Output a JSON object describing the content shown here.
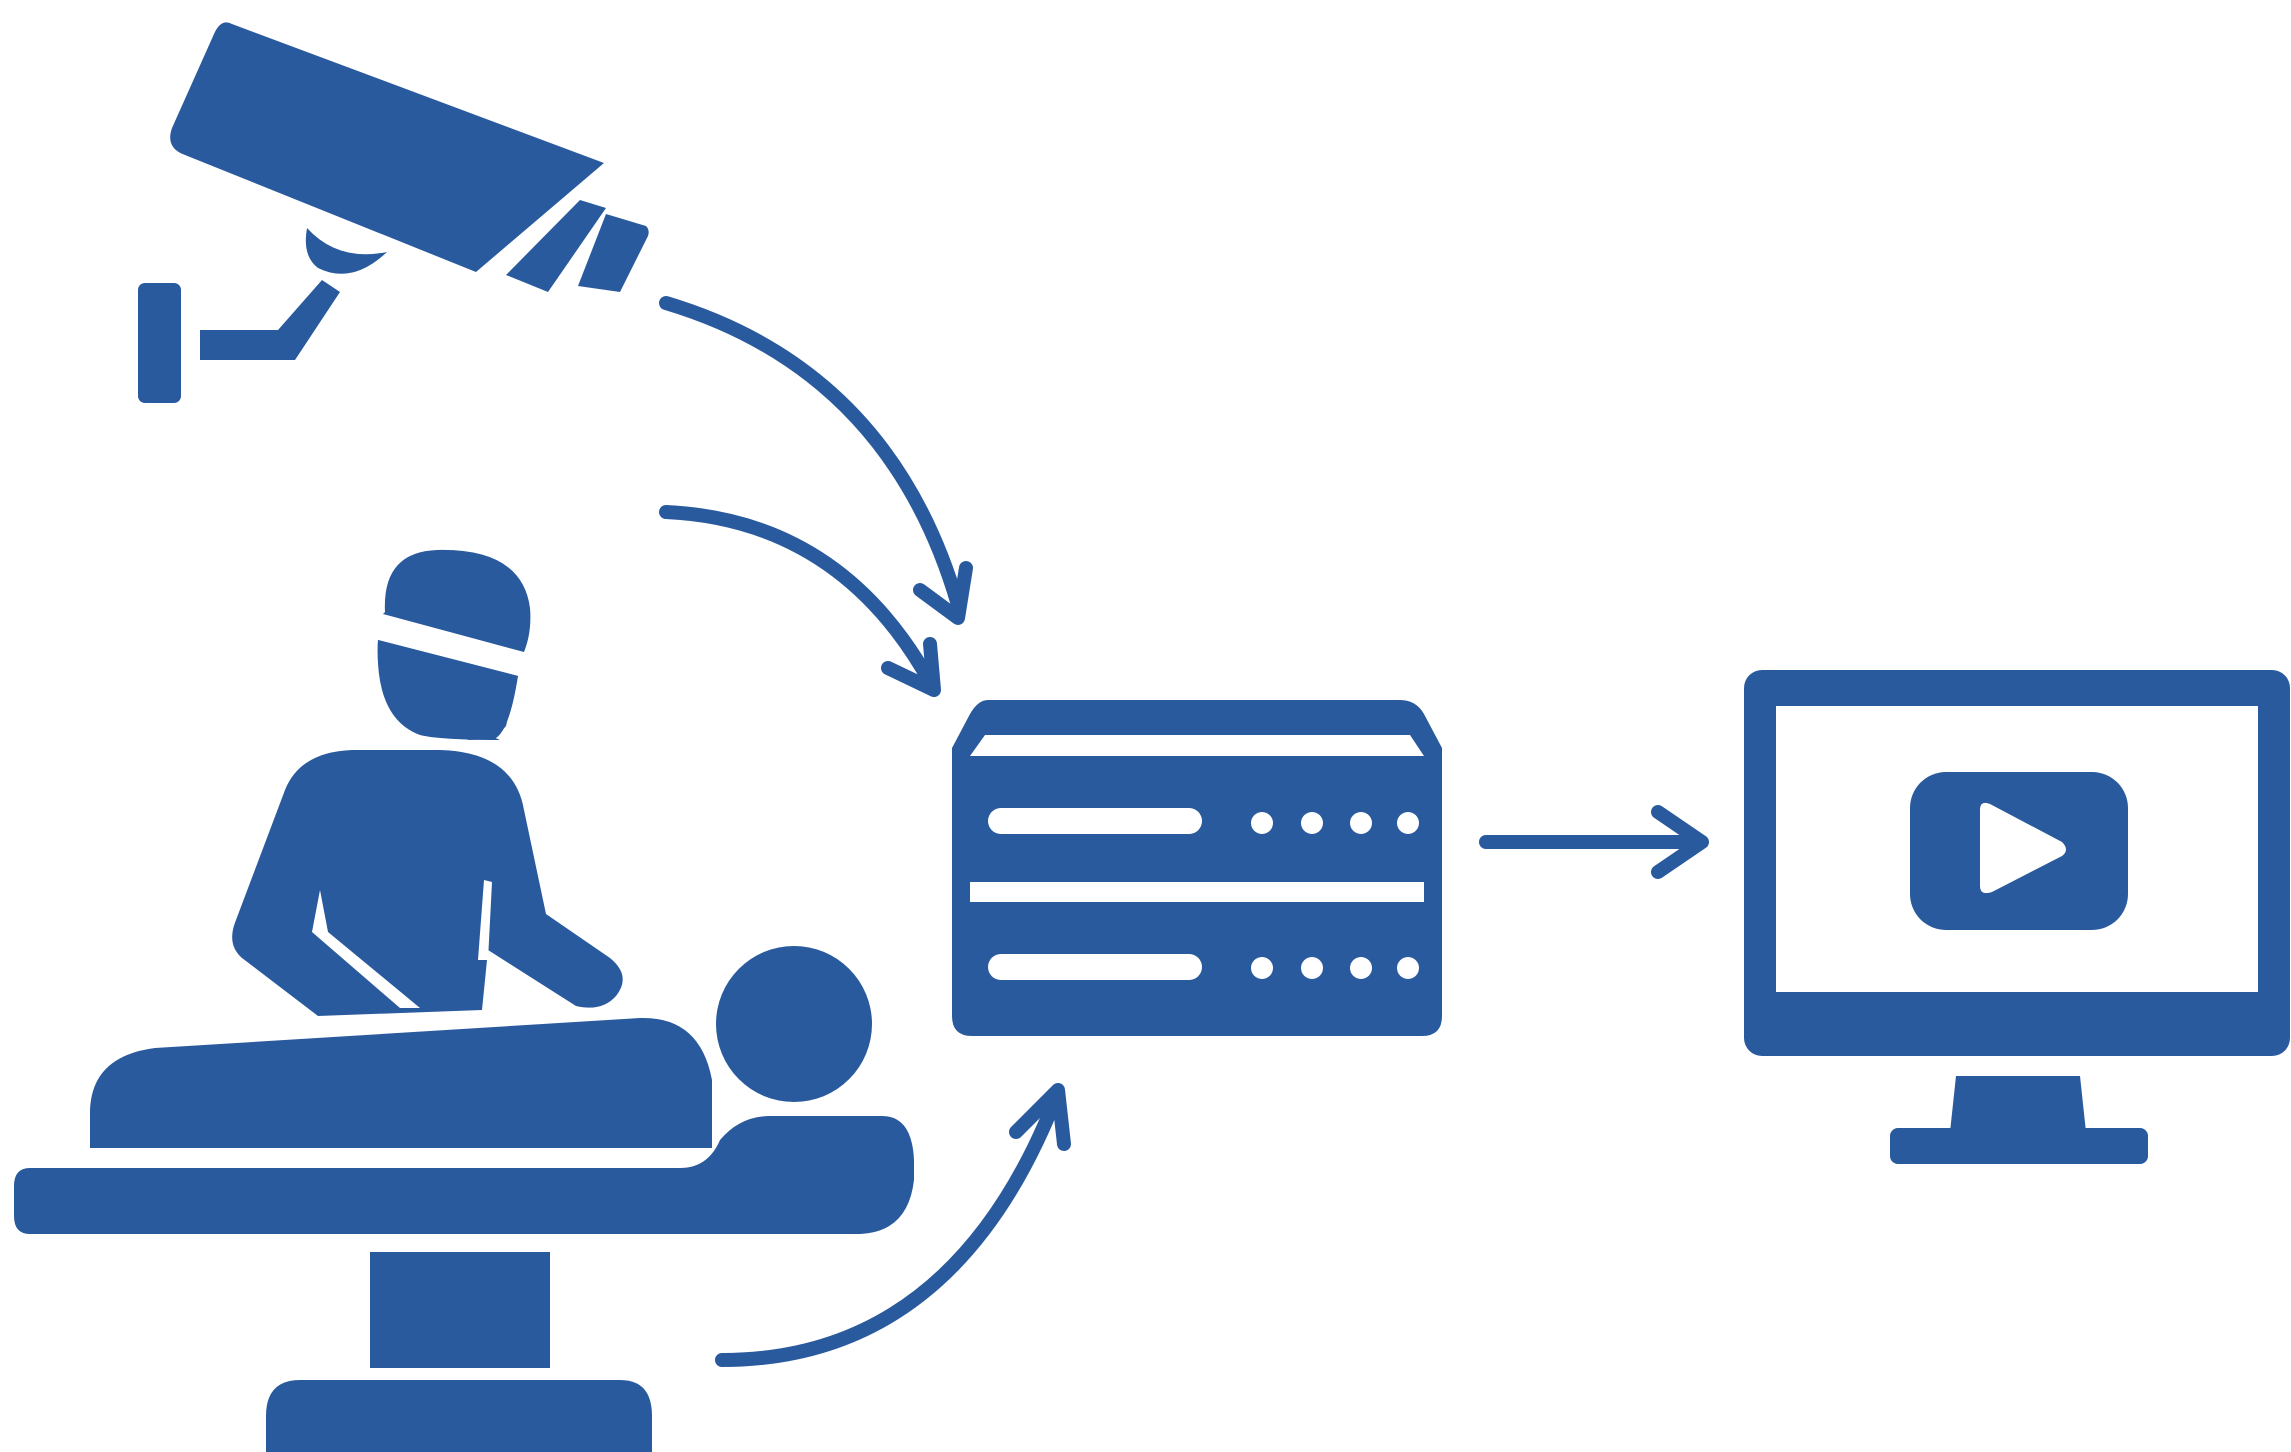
{
  "diagram": {
    "colors": {
      "primary": "#2a5a9e",
      "background": "#ffffff"
    },
    "nodes": [
      {
        "id": "camera",
        "icon": "security-camera-icon"
      },
      {
        "id": "surgery",
        "icon": "surgeon-with-patient-icon"
      },
      {
        "id": "recorder",
        "icon": "video-recorder-server-icon"
      },
      {
        "id": "display",
        "icon": "monitor-video-playback-icon"
      }
    ],
    "edges": [
      {
        "from": "camera",
        "to": "recorder"
      },
      {
        "from": "surgery",
        "to": "recorder"
      },
      {
        "from": "surgery",
        "to": "recorder"
      },
      {
        "from": "recorder",
        "to": "display"
      }
    ]
  }
}
